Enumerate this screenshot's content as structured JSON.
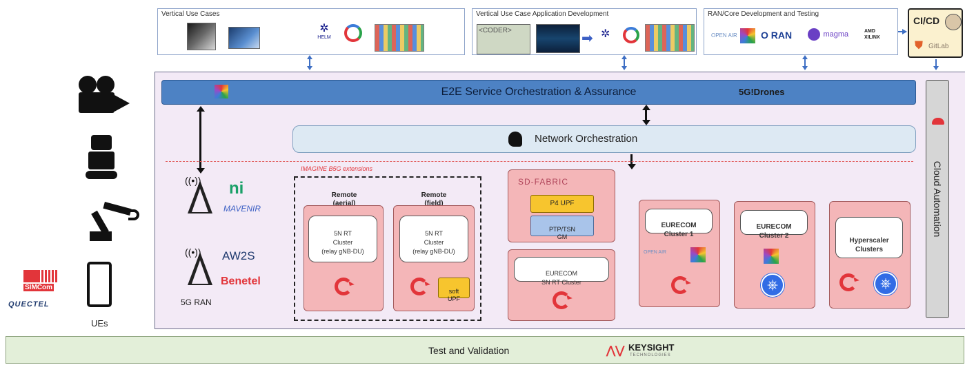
{
  "top": {
    "vertical_use_cases": "Vertical Use Cases",
    "app_dev": "Vertical Use Case Application Development",
    "ran_core": "RAN/Core Development and Testing",
    "cicd": "CI/CD",
    "gitlab": "GitLab",
    "helm": "HELM",
    "coder": "<CODER>",
    "openair": "OPEN AIR",
    "oran": "O RAN",
    "magma": "magma",
    "amd_xilinx": "AMD XILINX"
  },
  "orchestration": {
    "e2e": "E2E Service Orchestration & Assurance",
    "drones": "5G!Drones",
    "network": "Network Orchestration",
    "cloud": "Cloud Automation"
  },
  "imagine": "IMAGINE B5G extensions",
  "remote_aerial": {
    "title": "Remote\n(aerial)",
    "cluster": "5N RT\nCluster\n(relay gNB-DU)"
  },
  "remote_field": {
    "title": "Remote\n(field)",
    "cluster": "5N RT\nCluster\n(relay gNB-DU)",
    "soft_upf": "soft\nUPF"
  },
  "sdfabric": {
    "logo": "SD-FABRIC",
    "p4": "P4 UPF",
    "ptp": "PTP/TSN\nGM",
    "eurecom_sn": "EURECOM\nSN RT Cluster"
  },
  "clusters": {
    "c1": "EURECOM\nCluster 1",
    "c2": "EURECOM\nCluster 2",
    "hs": "Hyperscaler\nClusters"
  },
  "ran": {
    "label": "5G RAN",
    "ni": "ni",
    "mavenir": "MAVENIR",
    "aw2s": "AW2S",
    "benetel": "Benetel"
  },
  "ues": {
    "label": "UEs",
    "simcom": "SIMCom",
    "quectel": "QUECTEL"
  },
  "bottom": {
    "test": "Test and Validation",
    "keysight": "KEYSIGHT",
    "keysight_sub": "TECHNOLOGIES"
  },
  "colors": {
    "e2e_bar": "#4d82c4",
    "network_bar": "#dde9f3",
    "cluster_fill": "#f4b6b8",
    "main_panel": "#f3eaf6",
    "test_bar": "#e3efd9",
    "redhat": "#e2353a",
    "kubernetes": "#326ce5"
  }
}
